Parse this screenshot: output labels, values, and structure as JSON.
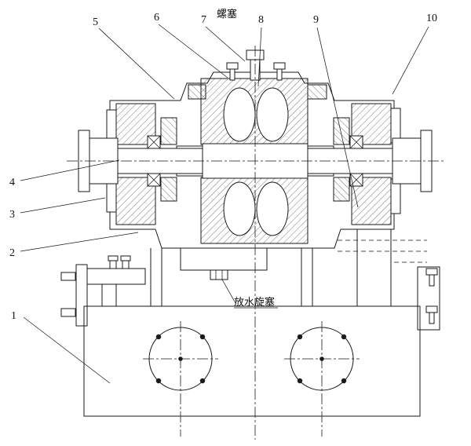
{
  "figure": {
    "type": "technical-section-drawing",
    "description": "Cross-section assembly drawing of a double-suction pump on a baseplate",
    "callouts": {
      "c1": "1",
      "c2": "2",
      "c3": "3",
      "c4": "4",
      "c5": "5",
      "c6": "6",
      "c7": "7",
      "c8": "8",
      "c9": "9",
      "c10": "10"
    },
    "annotations": {
      "top_plug": "螺塞",
      "drain_plug": "放水旋塞"
    },
    "colors": {
      "line": "#1a1a1a",
      "background": "#ffffff"
    }
  }
}
